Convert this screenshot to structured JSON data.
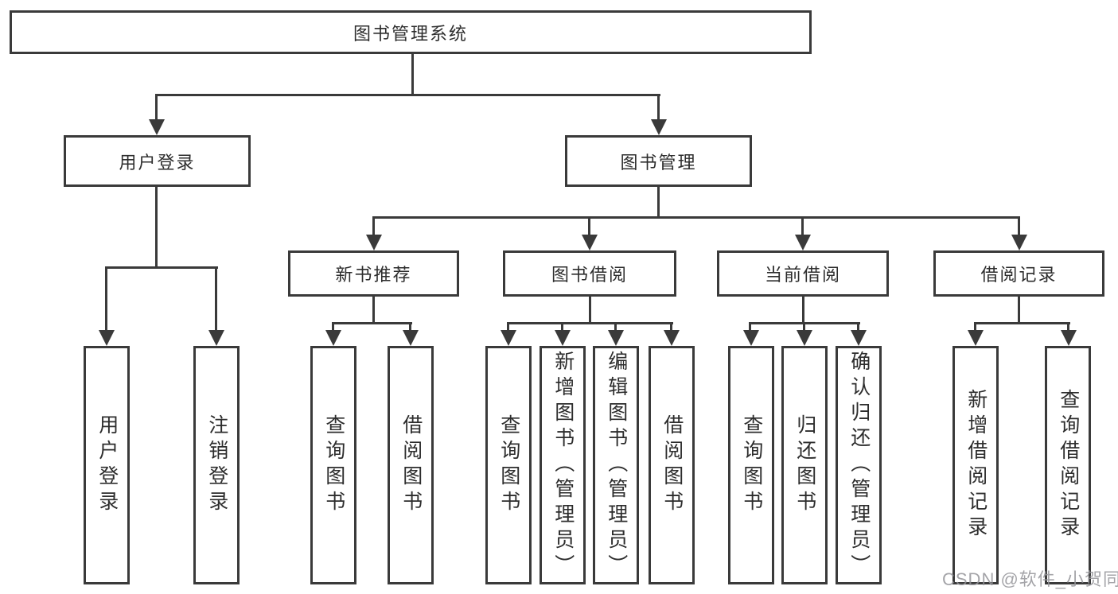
{
  "diagram": {
    "title": "图书管理系统",
    "nodes": {
      "root": "图书管理系统",
      "user_login": "用户登录",
      "book_management": "图书管理",
      "new_book_recommend": "新书推荐",
      "book_borrow": "图书借阅",
      "current_borrow": "当前借阅",
      "borrow_records": "借阅记录",
      "leaves": {
        "user_login": [
          "用户登录",
          "注销登录"
        ],
        "new_book_recommend": [
          "查询图书",
          "借阅图书"
        ],
        "book_borrow": [
          "查询图书",
          "新增图书（管理员）",
          "编辑图书（管理员）",
          "借阅图书"
        ],
        "current_borrow": [
          "查询图书",
          "归还图书",
          "确认归还（管理员）"
        ],
        "borrow_records": [
          "新增借阅记录",
          "查询借阅记录"
        ]
      }
    },
    "colors": {
      "line": "#3a3a3a",
      "box_background": "#ffffff",
      "text": "#2d2d2d",
      "watermark": "#949499"
    }
  },
  "watermark": {
    "text": "CSDN @软件_小贺同学"
  }
}
